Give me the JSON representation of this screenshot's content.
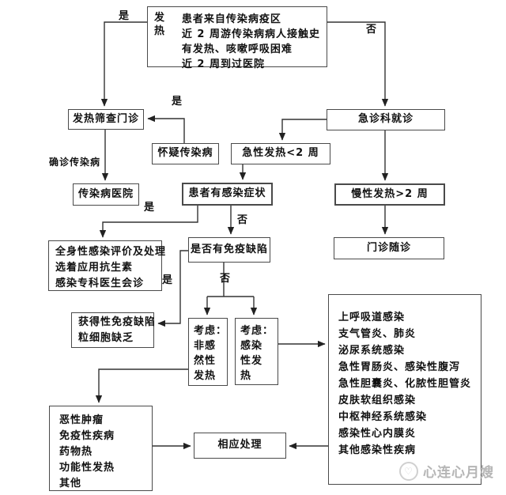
{
  "labels": {
    "yes_top": "是",
    "no_top": "否",
    "yes_suspect": "是",
    "confirm_infectious": "确诊传染病",
    "yes_symptoms": "是",
    "no_symptoms": "否",
    "yes_immune": "是",
    "no_immune": "否"
  },
  "nodes": {
    "criteria": {
      "title": "发热",
      "lines": [
        "患者来自传染病疫区",
        "近 2 周游传染病病人接触史",
        "有发热、咳嗽呼吸困难",
        "近 2 周到过医院"
      ]
    },
    "screening": {
      "text": "发热筛查门诊"
    },
    "suspect": {
      "text": "怀疑传染病"
    },
    "emergency": {
      "text": "急诊科就诊"
    },
    "acute": {
      "text": "急性发热<2 周"
    },
    "hospital": {
      "text": "传染病医院"
    },
    "symptoms": {
      "text": "患者有感染症状"
    },
    "chronic": {
      "text": "慢性发热>2 周"
    },
    "followup": {
      "text": "门诊随诊"
    },
    "systemic": {
      "lines": [
        "全身性感染评价及处理",
        "选着应用抗生素",
        "感染专科医生会诊"
      ]
    },
    "immune_question": {
      "text": "是否有免疫缺陷"
    },
    "acquired": {
      "lines": [
        "获得性免疫缺陷",
        "粒细胞缺乏"
      ]
    },
    "consider_noninfectious": {
      "lines": [
        "考虑：",
        "非感",
        "然性",
        "发热"
      ]
    },
    "consider_infectious": {
      "lines": [
        "考虑：",
        "感染",
        "性发",
        "热"
      ]
    },
    "differential": {
      "lines": [
        "上呼吸道感染",
        "支气管炎、肺炎",
        "泌尿系统感染",
        "急性胃肠炎、感染性腹泻",
        "急性胆囊炎、化脓性胆管炎",
        "皮肤软组织感染",
        "中枢神经系统感染",
        "感染性心内膜炎",
        "其他感染性疾病"
      ]
    },
    "noninfectious_causes": {
      "lines": [
        "恶性肿瘤",
        "免疫性疾病",
        "药物热",
        "功能性发热",
        "其他"
      ]
    },
    "treatment": {
      "text": "相应处理"
    }
  },
  "watermark": {
    "text": "心连心月嫂",
    "logo_icon": "heart-circle-logo"
  },
  "colors": {
    "line": "#333333",
    "border": "#4a4a4a",
    "text": "#111111",
    "watermark": "#b5b5b5",
    "background": "#ffffff"
  }
}
